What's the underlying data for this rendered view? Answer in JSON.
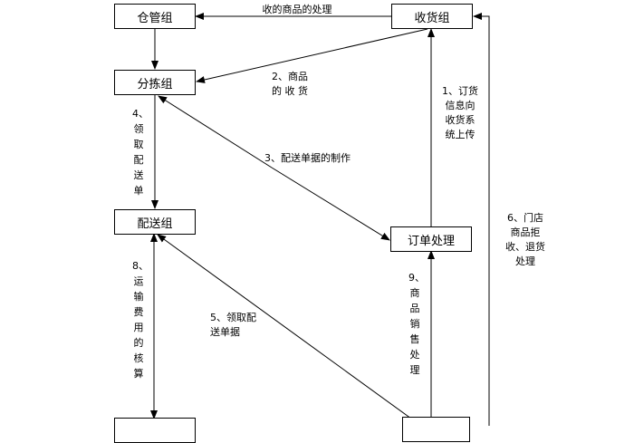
{
  "nodes": {
    "warehouse": "仓管组",
    "receiving": "收货组",
    "sorting": "分拣组",
    "delivery": "配送组",
    "order": "订单处理"
  },
  "edges": {
    "receiving_to_warehouse": "收的商品的处理",
    "receiving_to_sorting": [
      "2、商品",
      "的 收 货"
    ],
    "order_to_receiving": [
      "1、订货",
      "信息向",
      "收货系",
      "统上传"
    ],
    "sorting_to_delivery": "4、领取配送单",
    "sorting_order": "3、配送单据的制作",
    "store_to_receiving": [
      "6、门店",
      "商品拒",
      "收、退货",
      "处理"
    ],
    "delivery_vertical": "8、运输费用的核算",
    "delivery_diagonal": [
      "5、领取配",
      "送单据"
    ],
    "order_vertical": "9、商品销售处理"
  }
}
